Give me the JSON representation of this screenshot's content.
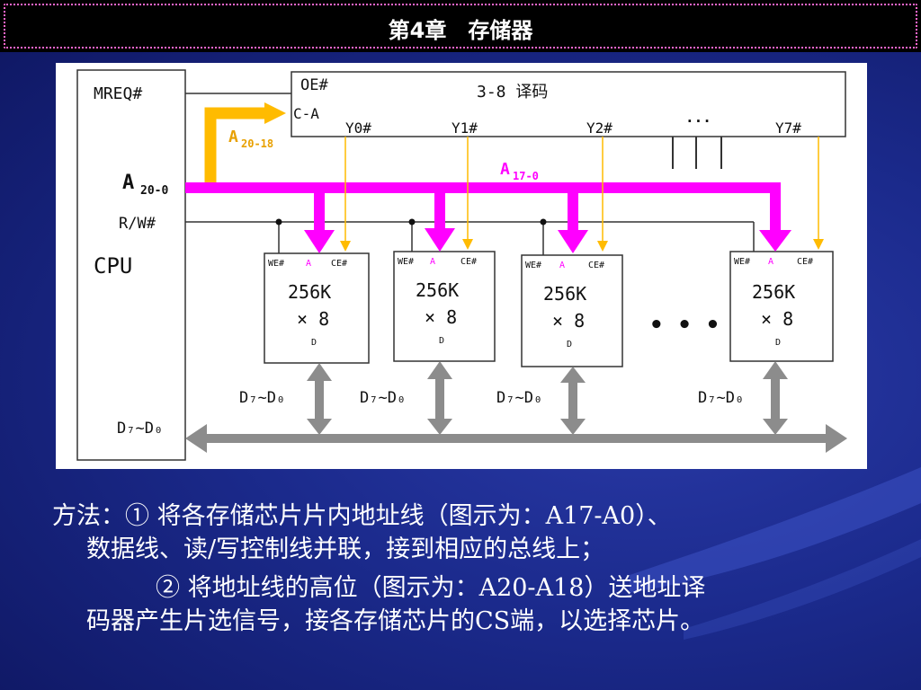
{
  "slide": {
    "title": "第4章　存储器"
  },
  "diagram": {
    "cpu_label": "CPU",
    "mreq_label": "MREQ#",
    "addr_label_main": "A",
    "addr_label_sub": "20-0",
    "rw_label": "R/W#",
    "cpu_data_label": "D₇~D₀",
    "decoder": {
      "oe_label": "OE#",
      "title": "3-8 译码",
      "ca_label": "C-A",
      "outputs": [
        "Y0#",
        "Y1#",
        "Y2#",
        "···",
        "Y7#"
      ]
    },
    "high_addr_main": "A",
    "high_addr_sub": "20-18",
    "low_addr_main": "A",
    "low_addr_sub": "17-0",
    "ellipsis": "• • •",
    "chips": [
      {
        "we": "WE#",
        "a": "A",
        "ce": "CE#",
        "line1": "256K",
        "line2": "× 8",
        "d": "D",
        "bus": "D₇~D₀"
      },
      {
        "we": "WE#",
        "a": "A",
        "ce": "CE#",
        "line1": "256K",
        "line2": "× 8",
        "d": "D",
        "bus": "D₇~D₀"
      },
      {
        "we": "WE#",
        "a": "A",
        "ce": "CE#",
        "line1": "256K",
        "line2": "× 8",
        "d": "D",
        "bus": "D₇~D₀"
      },
      {
        "we": "WE#",
        "a": "A",
        "ce": "CE#",
        "line1": "256K",
        "line2": "× 8",
        "d": "D",
        "bus": "D₇~D₀"
      }
    ]
  },
  "caption": {
    "line1": "方法：① 将各存储芯片片内地址线（图示为：A17-A0）、",
    "line2": "数据线、读/写控制线并联，接到相应的总线上；",
    "line3": "② 将地址线的高位（图示为：A20-A18）送地址译",
    "line4": "码器产生片选信号，接各存储芯片的CS端，以选择芯片。"
  },
  "colors": {
    "magenta": "#ff00ff",
    "orange": "#ffbb00",
    "bus_gray": "#8c8c8c",
    "title_dots": "#ff66cc"
  }
}
